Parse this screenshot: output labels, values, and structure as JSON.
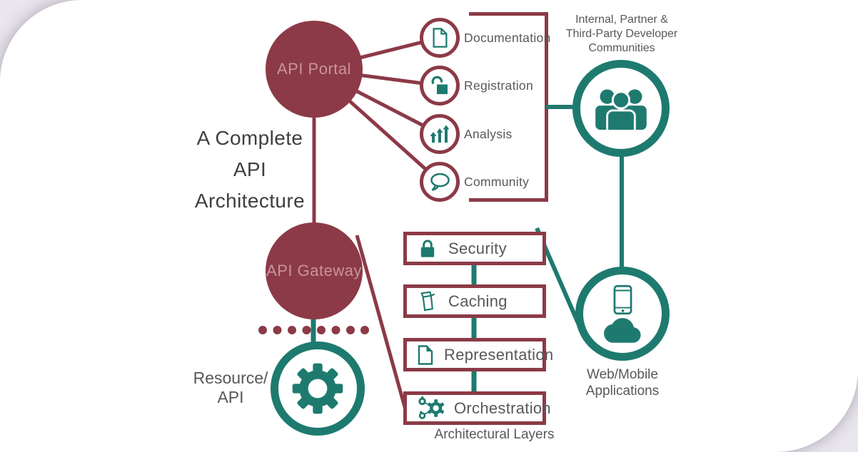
{
  "title": {
    "line1": "A Complete",
    "line2": "API",
    "line3": "Architecture"
  },
  "colors": {
    "maroon": "#8c3a47",
    "teal": "#1e7a6f",
    "text_gray": "#58585a",
    "title_gray": "#3f3f41",
    "circle_label_pink": "#c9949d",
    "card_background": "#ffffff",
    "page_background": "#eae6ed"
  },
  "nodes": {
    "api_portal": {
      "label": "API Portal"
    },
    "api_gateway": {
      "label": "API Gateway"
    },
    "resource_api": {
      "line1": "Resource/",
      "line2": "API"
    },
    "developer_communities": {
      "line1": "Internal, Partner &",
      "line2": "Third-Party Developer",
      "line3": "Communities",
      "icon": "people-group-icon"
    },
    "web_mobile": {
      "line1": "Web/Mobile",
      "line2": "Applications",
      "icons": [
        "smartphone-icon",
        "cloud-icon"
      ]
    },
    "resource_icon": "gear-icon"
  },
  "portal_features": [
    {
      "label": "Documentation",
      "icon": "document-icon"
    },
    {
      "label": "Registration",
      "icon": "open-padlock-icon"
    },
    {
      "label": "Analysis",
      "icon": "rising-arrows-icon"
    },
    {
      "label": "Community",
      "icon": "speech-bubble-icon"
    }
  ],
  "architectural_layers": {
    "caption": "Architectural Layers",
    "items": [
      {
        "label": "Security",
        "icon": "closed-padlock-icon"
      },
      {
        "label": "Caching",
        "icon": "open-box-icon"
      },
      {
        "label": "Representation",
        "icon": "document-icon"
      },
      {
        "label": "Orchestration",
        "icon": "connected-gears-icon"
      }
    ]
  }
}
